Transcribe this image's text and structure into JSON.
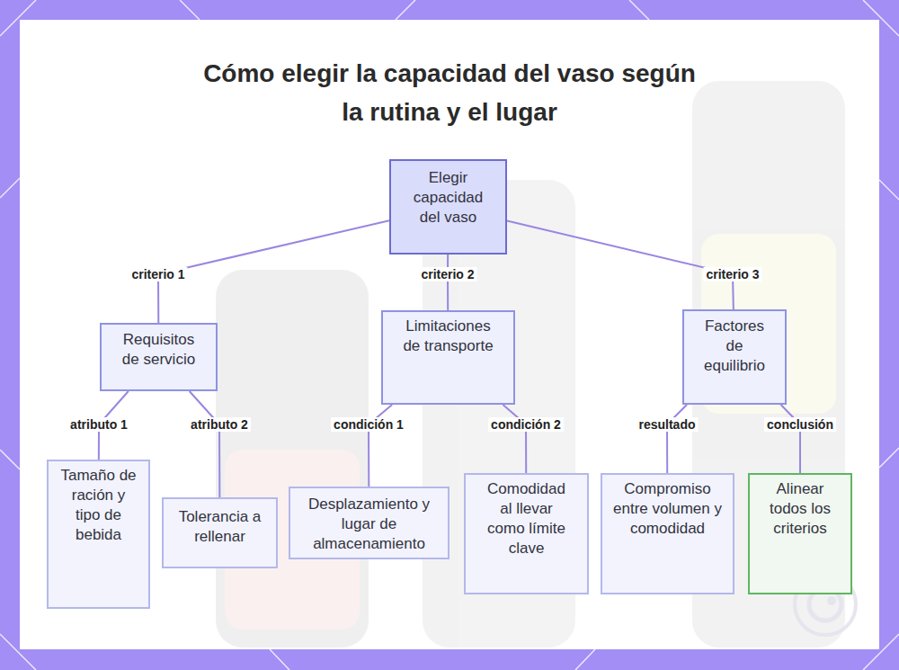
{
  "diagram": {
    "title": "Cómo elegir la capacidad del vaso según la rutina y el lugar",
    "nodes": [
      {
        "text": [
          "Elegir capacidad del vaso"
        ]
      },
      {
        "text": [
          "Requisitos de servicio"
        ]
      },
      {
        "text": [
          "Limitaciones de transporte"
        ]
      },
      {
        "text": [
          "Factores de equilibrio"
        ]
      },
      {
        "text": [
          "Tamaño de ración y tipo de bebida"
        ]
      },
      {
        "text": [
          "Tolerancia a rellenar"
        ]
      },
      {
        "text": [
          "Desplazamiento y lugar de almacenamiento"
        ]
      },
      {
        "text": [
          "Comodidad al llevar como límite clave"
        ]
      },
      {
        "text": [
          "Compromiso entre volumen y comodidad"
        ]
      },
      {
        "text": [
          "Alinear todos los criterios"
        ]
      }
    ],
    "edges": [
      {
        "from": 0,
        "to": 1,
        "label": "criterio 1",
        "arrow": "none"
      },
      {
        "from": 0,
        "to": 2,
        "label": "criterio 2",
        "arrow": "none"
      },
      {
        "from": 0,
        "to": 3,
        "label": "criterio 3",
        "arrow": "none"
      },
      {
        "from": 1,
        "to": 4,
        "label": "atributo 1",
        "arrow": "none"
      },
      {
        "from": 1,
        "to": 5,
        "label": "atributo 2",
        "arrow": "none"
      },
      {
        "from": 2,
        "to": 6,
        "label": "condición 1",
        "arrow": "none"
      },
      {
        "from": 2,
        "to": 7,
        "label": "condición 2",
        "arrow": "none"
      },
      {
        "from": 3,
        "to": 8,
        "label": "resultado",
        "arrow": "none"
      },
      {
        "from": 3,
        "to": 9,
        "label": "conclusión",
        "arrow": "none"
      }
    ]
  }
}
